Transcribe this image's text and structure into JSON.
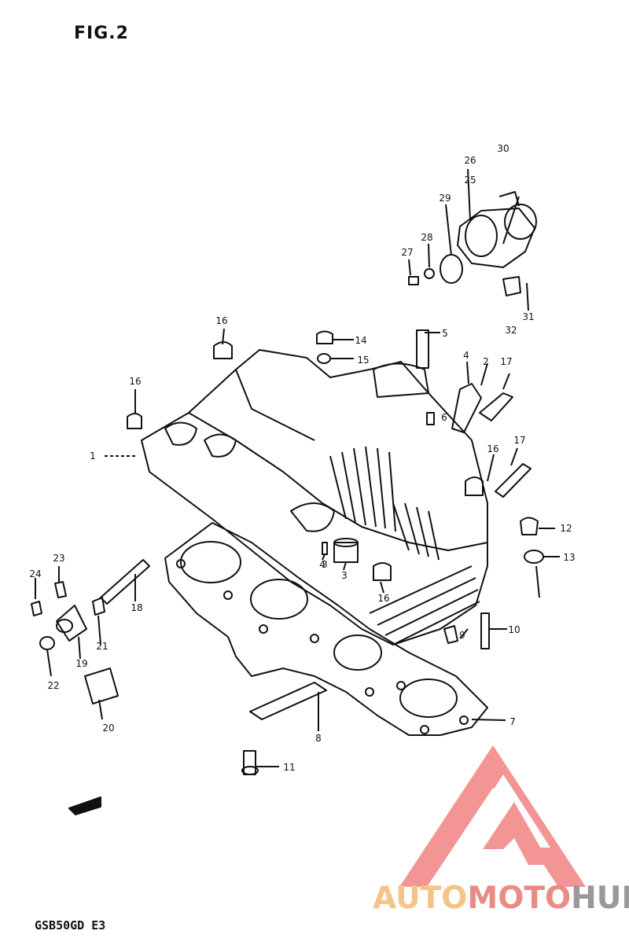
{
  "figure": {
    "title": "FIG.2",
    "model_code": "GSB50GD E3"
  },
  "watermark": {
    "brand_parts": [
      "AUTO",
      "MOTO",
      "HUB"
    ],
    "logo_icon": "triangle-logo-icon",
    "colors": {
      "primary": "#f28a8a",
      "auto": "#f4c489",
      "moto": "#e98c85",
      "hub": "#999999"
    }
  },
  "direction_marker": {
    "icon": "fwd-arrow-icon"
  },
  "callouts": [
    "1",
    "2",
    "3",
    "3",
    "4",
    "4",
    "5",
    "6",
    "7",
    "8",
    "9",
    "10",
    "11",
    "12",
    "13",
    "14",
    "15",
    "16",
    "16",
    "16",
    "16",
    "17",
    "17",
    "18",
    "19",
    "20",
    "21",
    "22",
    "23",
    "24",
    "25",
    "26",
    "27",
    "28",
    "29",
    "30",
    "31",
    "32"
  ]
}
